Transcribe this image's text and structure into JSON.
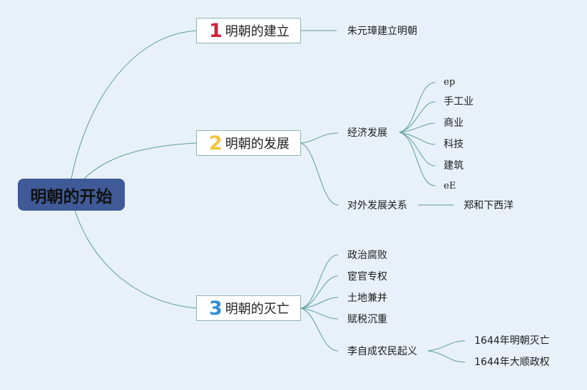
{
  "root": {
    "label": "明朝的开始"
  },
  "topics": [
    {
      "number": "1",
      "label": "明朝的建立",
      "number_color": "#d21f3c"
    },
    {
      "number": "2",
      "label": "明朝的发展",
      "number_color": "#f2c53a"
    },
    {
      "number": "3",
      "label": "明朝的灭亡",
      "number_color": "#2f8fdc"
    }
  ],
  "topic1": {
    "children": [
      "朱元璋建立明朝"
    ]
  },
  "topic2": {
    "economy": {
      "label": "经济发展",
      "children": [
        "ep",
        "手工业",
        "商业",
        "科技",
        "建筑",
        "eE"
      ]
    },
    "foreign": {
      "label": "对外发展关系",
      "children": [
        "郑和下西洋"
      ]
    }
  },
  "topic3": {
    "children": [
      "政治腐败",
      "宦官专权",
      "土地兼并",
      "赋税沉重"
    ],
    "uprising": {
      "label": "李自成农民起义",
      "children": [
        "1644年明朝灭亡",
        "1644年大顺政权"
      ]
    }
  },
  "colors": {
    "background": "#e8f1fa",
    "root_fill": "#3f5a96",
    "connector": "#5f9c98",
    "topic_border": "#8fb4ae"
  }
}
